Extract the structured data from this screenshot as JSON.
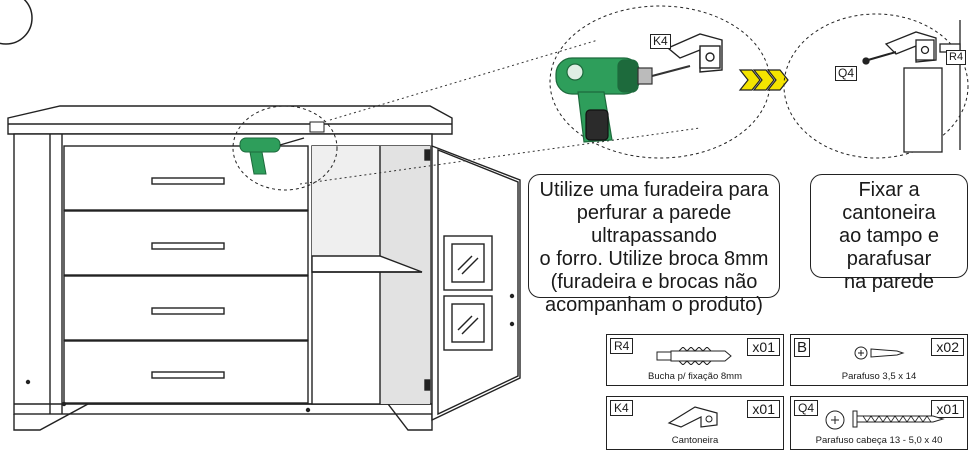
{
  "instructions": {
    "drill_note": [
      "Utilize uma furadeira para",
      "perfurar a parede ultrapassando",
      "o forro. Utilize broca 8mm",
      "(furadeira e brocas não",
      "acompanham o produto)"
    ],
    "fix_note": [
      "Fixar a cantoneira",
      "ao tampo e",
      "parafusar",
      "na parede"
    ]
  },
  "detail_labels": {
    "k4": "K4",
    "q4": "Q4",
    "r4": "R4"
  },
  "parts": [
    {
      "code": "R4",
      "qty": "x01",
      "desc": "Bucha p/ fixação 8mm"
    },
    {
      "code": "B",
      "qty": "x02",
      "desc": "Parafuso 3,5 x 14"
    },
    {
      "code": "K4",
      "qty": "x01",
      "desc": "Cantoneira"
    },
    {
      "code": "Q4",
      "qty": "x01",
      "desc": "Parafuso cabeça 13 - 5,0 x 40"
    }
  ],
  "colors": {
    "drill_body": "#2e9e5b",
    "drill_dark": "#1d6a3c",
    "drill_handle": "#2b2b2b",
    "arrow_fill": "#f5e400",
    "line": "#222222",
    "panel_shade": "#eeeeee"
  }
}
